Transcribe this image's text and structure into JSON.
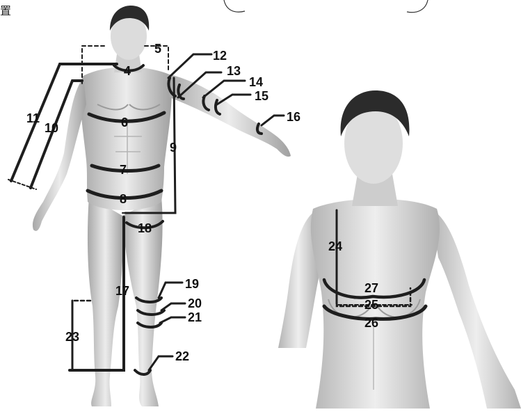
{
  "corner_text": "置",
  "colors": {
    "line": "#1e1e1e",
    "skin_light": "#e6e6e6",
    "skin_mid": "#c6c6c6",
    "skin_dark": "#9a9a9a",
    "hair": "#2b2b2b"
  },
  "labels": {
    "m4": "4",
    "m5": "5",
    "m6": "6",
    "m7": "7",
    "m8": "8",
    "m9": "9",
    "m10": "10",
    "m11": "11",
    "m12": "12",
    "m13": "13",
    "m14": "14",
    "m15": "15",
    "m16": "16",
    "m17": "17",
    "m18": "18",
    "m19": "19",
    "m20": "20",
    "m21": "21",
    "m22": "22",
    "m23": "23",
    "m24": "24",
    "m25": "25",
    "m26": "26",
    "m27": "27"
  }
}
